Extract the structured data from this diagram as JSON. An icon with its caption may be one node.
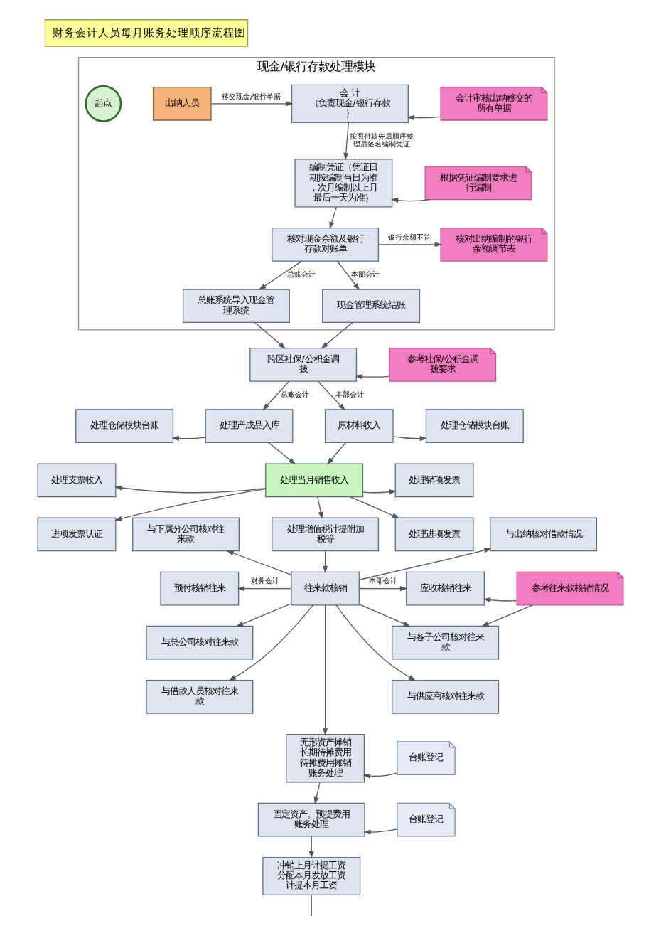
{
  "diagram": {
    "title": "财务会计人员每月账务处理顺序流程图",
    "nodes": [
      {
        "text": [
          "现金/银行存款处理模块"
        ]
      },
      {
        "text": [
          "起点"
        ],
        "in": 0
      },
      {
        "text": [
          "出纳人员"
        ],
        "in": 0
      },
      {
        "text": [
          "会 计",
          "（负责现金/银行存款）"
        ],
        "in": 0
      },
      {
        "text": [
          "会计审核出纳移交的所有单据"
        ],
        "in": 0
      },
      {
        "text": [
          "编制凭证（凭证日期按编制当日为准，次月编制以上月最后一天为准）"
        ],
        "in": 0
      },
      {
        "text": [
          "根据凭证编制要求进行编制"
        ],
        "in": 0
      },
      {
        "text": [
          "核对现金余额及银行存款对账单"
        ],
        "in": 0
      },
      {
        "text": [
          "核对出纳编制的银行余额调节表"
        ],
        "in": 0
      },
      {
        "text": [
          "总账系统导入现金管理系统"
        ],
        "in": 0
      },
      {
        "text": [
          "现金管理系统结账"
        ],
        "in": 0
      },
      {
        "text": [
          "跨区社保/公积金调拨"
        ]
      },
      {
        "text": [
          "参考社保/公积金调拨要求"
        ]
      },
      {
        "text": [
          "处理仓储模块台账"
        ]
      },
      {
        "text": [
          "处理产成品入库"
        ]
      },
      {
        "text": [
          "原材料收入"
        ]
      },
      {
        "text": [
          "处理仓储模块台账"
        ]
      },
      {
        "text": [
          "处理支票收入"
        ]
      },
      {
        "text": [
          "处理当月销售收入"
        ]
      },
      {
        "text": [
          "处理销项发票"
        ]
      },
      {
        "text": [
          "进项发票认证"
        ]
      },
      {
        "text": [
          "处理进项发票"
        ]
      },
      {
        "text": [
          "处理增值税计提附加税等"
        ]
      },
      {
        "text": [
          "与下属分公司核对往来款"
        ]
      },
      {
        "text": [
          "与出纳核对借款情况"
        ]
      },
      {
        "text": [
          "预付核销往来"
        ]
      },
      {
        "text": [
          "往来款核销"
        ]
      },
      {
        "text": [
          "应收核销往来"
        ]
      },
      {
        "text": [
          "参考往来款核销情况"
        ]
      },
      {
        "text": [
          "与总公司核对往来款"
        ]
      },
      {
        "text": [
          "与各子公司核对往来款"
        ]
      },
      {
        "text": [
          "与借款人员核对往来款"
        ]
      },
      {
        "text": [
          "与供应商核对往来款"
        ]
      },
      {
        "text": [
          "无形资产摊销长期待摊费用待摊费用摊销账务处理"
        ]
      },
      {
        "text": [
          "台账登记"
        ]
      },
      {
        "text": [
          "固定资产、预提费用账务处理"
        ]
      },
      {
        "text": [
          "台账登记"
        ]
      },
      {
        "text": [
          "冲销上月计提工资分配本月发放工资计提本月工资"
        ]
      }
    ],
    "edges": [
      {
        "from": 2,
        "to": 3,
        "arrow": "to",
        "label": "移交现金/银行单据"
      },
      {
        "from": 4,
        "to": 3,
        "arrow": "to"
      },
      {
        "from": 3,
        "to": 5,
        "arrow": "to",
        "label": "按照付款先后顺序整理后签名编制凭证"
      },
      {
        "from": 6,
        "to": 5,
        "arrow": "to"
      },
      {
        "from": 5,
        "to": 7,
        "arrow": "to"
      },
      {
        "from": 7,
        "to": 8,
        "arrow": "to",
        "label": "银行余额不符"
      },
      {
        "from": 7,
        "to": 9,
        "arrow": "to",
        "label": "总账会计"
      },
      {
        "from": 7,
        "to": 10,
        "arrow": "to",
        "label": "本部会计"
      },
      {
        "from": 9,
        "to": 11,
        "arrow": "to"
      },
      {
        "from": 10,
        "to": 11,
        "arrow": "to"
      },
      {
        "from": 12,
        "to": 11,
        "arrow": "to"
      },
      {
        "from": 11,
        "to": 14,
        "arrow": "to",
        "label": "总账会计"
      },
      {
        "from": 11,
        "to": 15,
        "arrow": "to",
        "label": "本部会计"
      },
      {
        "from": 14,
        "to": 13,
        "arrow": "to"
      },
      {
        "from": 15,
        "to": 16,
        "arrow": "to"
      },
      {
        "from": 14,
        "to": 18,
        "arrow": "to"
      },
      {
        "from": 15,
        "to": 18,
        "arrow": "to"
      },
      {
        "from": 18,
        "to": 17,
        "arrow": "to"
      },
      {
        "from": 18,
        "to": 20,
        "arrow": "to"
      },
      {
        "from": 18,
        "to": 19,
        "arrow": "to"
      },
      {
        "from": 18,
        "to": 21,
        "arrow": "to"
      },
      {
        "from": 18,
        "to": 22,
        "arrow": "to"
      },
      {
        "from": 22,
        "to": 26,
        "arrow": "to"
      },
      {
        "from": 26,
        "to": 23,
        "arrow": "to"
      },
      {
        "from": 26,
        "to": 25,
        "arrow": "to",
        "label": "财务会计"
      },
      {
        "from": 26,
        "to": 29,
        "arrow": "to"
      },
      {
        "from": 26,
        "to": 31,
        "arrow": "to"
      },
      {
        "from": 26,
        "to": 24,
        "arrow": "to"
      },
      {
        "from": 26,
        "to": 27,
        "arrow": "to",
        "label": "本部会计"
      },
      {
        "from": 26,
        "to": 30,
        "arrow": "to"
      },
      {
        "from": 26,
        "to": 32,
        "arrow": "to"
      },
      {
        "from": 28,
        "to": 27,
        "arrow": "to"
      },
      {
        "from": 28,
        "to": 30,
        "arrow": "to"
      },
      {
        "from": 26,
        "to": 33,
        "arrow": "to"
      },
      {
        "from": 34,
        "to": 33,
        "arrow": "to"
      },
      {
        "from": 33,
        "to": 35,
        "arrow": "to"
      },
      {
        "from": 36,
        "to": 35,
        "arrow": "to"
      },
      {
        "from": 35,
        "to": 37,
        "arrow": "to"
      },
      {
        "from": 37,
        "to": null,
        "arrow": "none"
      }
    ]
  }
}
